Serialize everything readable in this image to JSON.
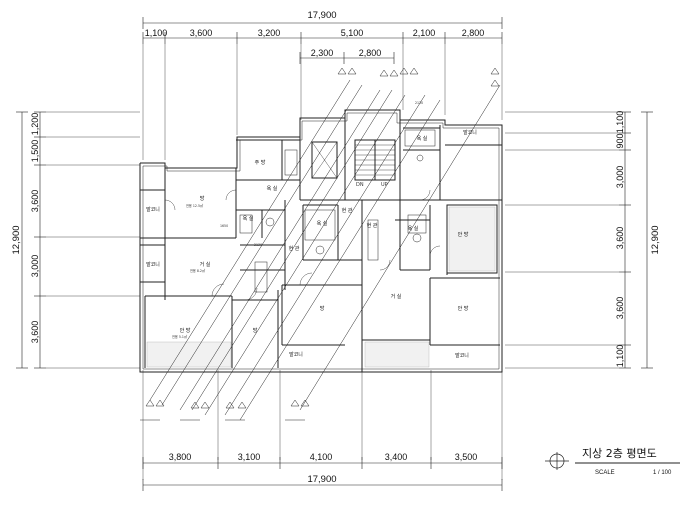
{
  "plan": {
    "title": "지상 2층 평면도",
    "scale_label": "SCALE",
    "scale_value": "1 / 100",
    "stair_dn": "DN",
    "stair_up": "UP",
    "small_dim": "2130",
    "side_tag_a": "1650",
    "side_tag_b": "2130"
  },
  "dims": {
    "top_total": "17,900",
    "top": [
      "1,100",
      "3,600",
      "3,200",
      "5,100",
      "2,100",
      "2,800"
    ],
    "top_inner": [
      "2,300",
      "2,800"
    ],
    "bottom": [
      "3,800",
      "3,100",
      "4,100",
      "3,400",
      "3,500"
    ],
    "bottom_total": "17,900",
    "left": [
      "1,200",
      "1,500",
      "3,600",
      "3,000",
      "3,600"
    ],
    "left_total": "12,900",
    "right": [
      "1,100",
      "900",
      "3,000",
      "3,600",
      "3,600",
      "1,100"
    ],
    "right_total": "12,900"
  },
  "rooms": {
    "kitchen": "주 방",
    "bath1": "욕 실",
    "bath2": "욕 실",
    "bath3": "욕 실",
    "bath_top": "욕 실",
    "room_left": "방",
    "living_left": "거 실",
    "master_left": "안 방",
    "room_bottom_left": "방",
    "balcony_left_top": "발코니",
    "balcony_left_mid": "발코니",
    "entry1": "현 관",
    "entry2": "현 관",
    "entry3": "현 관",
    "room_center": "방",
    "balcony_center": "발코니",
    "living_right": "거 실",
    "master_right": "안 방",
    "room_right": "안 방",
    "balcony_right_top": "발코니",
    "balcony_right_bottom": "발코니",
    "elev": "욕 실"
  },
  "areas": {
    "a1": "전용 12.5㎡",
    "a2": "전용 8.2㎡",
    "a3": "전용 5.1㎡"
  }
}
